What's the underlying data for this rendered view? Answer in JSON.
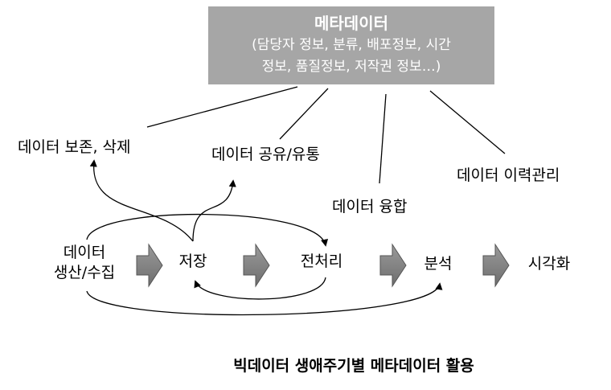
{
  "metadata_box": {
    "title": "메타데이터",
    "subtitle_line1": "(담당자 정보, 분류, 배포정보, 시간",
    "subtitle_line2": "정보, 품질정보, 저작권 정보…)"
  },
  "activities": {
    "preserve_delete": "데이터 보존, 삭제",
    "share_distribute": "데이터 공유/유통",
    "fusion": "데이터 융합",
    "history": "데이터 이력관리"
  },
  "stages": {
    "produce_line1": "데이터",
    "produce_line2": "생산/수집",
    "store": "저장",
    "preprocess": "전처리",
    "analyze": "분석",
    "visualize": "시각화"
  },
  "caption": "빅데이터 생애주기별 메타데이터 활용",
  "colors": {
    "box_fill": "#a6a6a6",
    "box_text": "#ffffff",
    "arrow_fill": "#7f7f7f",
    "line": "#000000"
  }
}
